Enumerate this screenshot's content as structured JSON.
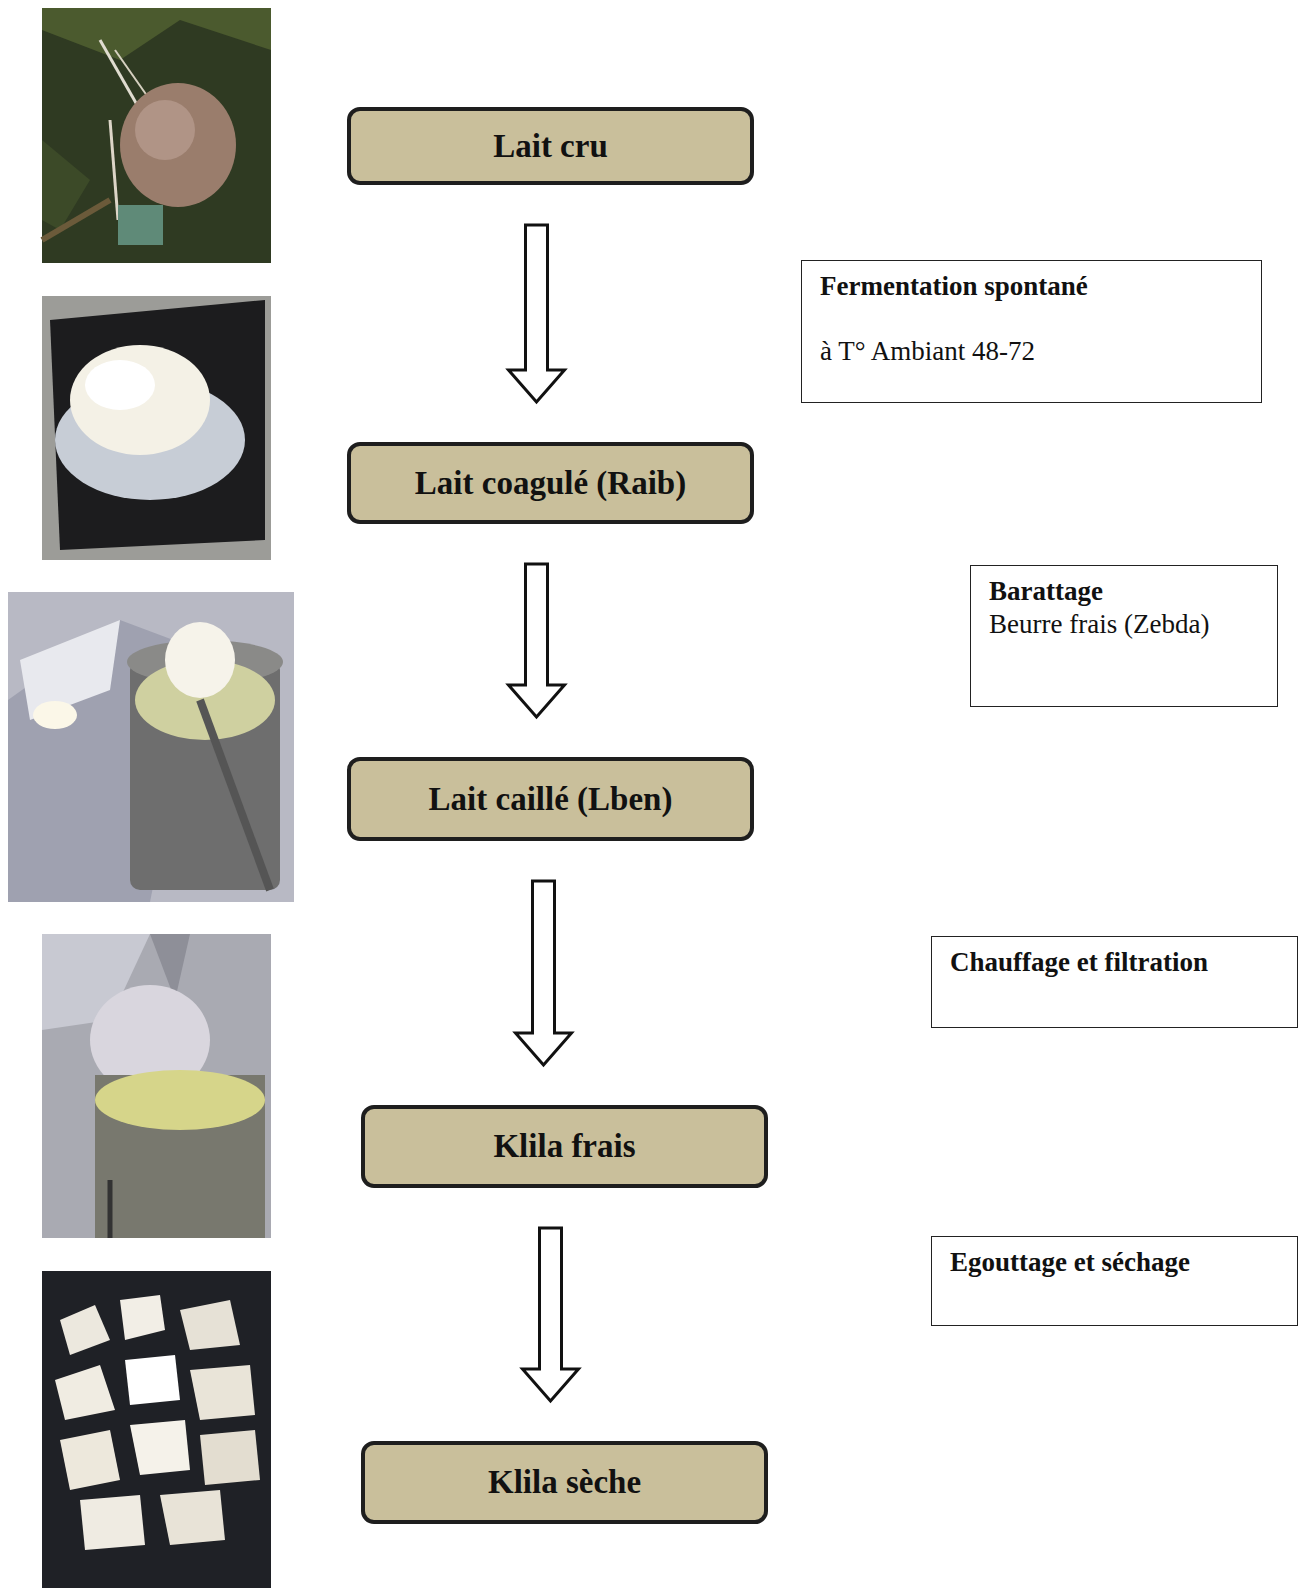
{
  "diagram": {
    "nodes": [
      {
        "text": [
          "Lait cru"
        ]
      },
      {
        "text": [
          "Fermentation spontané",
          "à T° Ambiant 48-72"
        ]
      },
      {
        "text": [
          "Lait coagulé (Raib)"
        ]
      },
      {
        "text": [
          "Barattage",
          "Beurre frais (Zebda)"
        ]
      },
      {
        "text": [
          "Lait caillé (Lben)"
        ]
      },
      {
        "text": [
          "Chauffage et filtration"
        ]
      },
      {
        "text": [
          "Klila frais"
        ]
      },
      {
        "text": [
          "Egouttage et séchage"
        ]
      },
      {
        "text": [
          "Klila sèche"
        ]
      }
    ],
    "edges": [
      {
        "from": 0,
        "to": 2,
        "arrow": "to"
      },
      {
        "from": 2,
        "to": 4,
        "arrow": "to"
      },
      {
        "from": 4,
        "to": 6,
        "arrow": "to"
      },
      {
        "from": 6,
        "to": 8,
        "arrow": "to"
      }
    ]
  }
}
